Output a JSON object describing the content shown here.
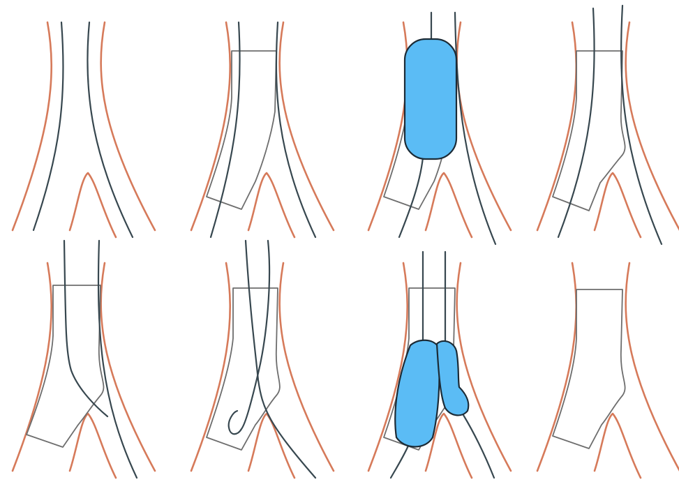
{
  "figure": {
    "rows": 2,
    "cols": 4,
    "colors": {
      "vessel_wall": "#d67a5a",
      "guidewire": "#37474f",
      "stent": "#6d6d6d",
      "balloon_fill": "#5bbcf5",
      "balloon_outline": "#1c2b36",
      "background": "#ffffff"
    },
    "panels": [
      {
        "step": 1,
        "guidewires": 2,
        "stent": false,
        "balloon": "none"
      },
      {
        "step": 2,
        "guidewires": 2,
        "stent": true,
        "balloon": "none"
      },
      {
        "step": 3,
        "guidewires": 2,
        "stent": true,
        "balloon": "single"
      },
      {
        "step": 4,
        "guidewires": 2,
        "stent": true,
        "balloon": "none"
      },
      {
        "step": 5,
        "guidewires": 2,
        "stent": true,
        "balloon": "none"
      },
      {
        "step": 6,
        "guidewires": 2,
        "stent": true,
        "balloon": "none"
      },
      {
        "step": 7,
        "guidewires": 2,
        "stent": true,
        "balloon": "kissing"
      },
      {
        "step": 8,
        "guidewires": 0,
        "stent": true,
        "balloon": "none"
      }
    ]
  }
}
